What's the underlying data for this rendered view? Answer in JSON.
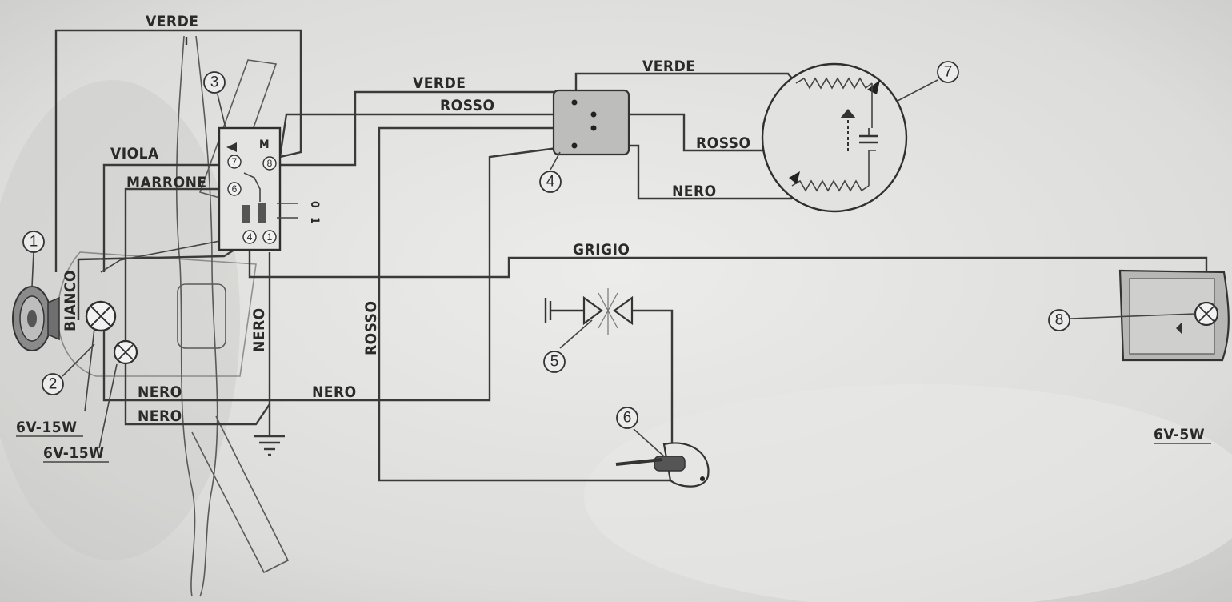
{
  "components": [
    {
      "id": "1",
      "callout": "1",
      "icon": "horn-icon"
    },
    {
      "id": "2",
      "callout": "2",
      "icon": "headlamp-icon"
    },
    {
      "id": "3",
      "callout": "3",
      "icon": "handlebar-switch-icon"
    },
    {
      "id": "4",
      "callout": "4",
      "icon": "junction-box-icon"
    },
    {
      "id": "5",
      "callout": "5",
      "icon": "spark-plug-icon"
    },
    {
      "id": "6",
      "callout": "6",
      "icon": "stop-switch-icon"
    },
    {
      "id": "7",
      "callout": "7",
      "icon": "flywheel-magneto-icon"
    },
    {
      "id": "8",
      "callout": "8",
      "icon": "tail-lamp-icon"
    }
  ],
  "wire_labels": {
    "verde_top": "VERDE",
    "verde_mid": "VERDE",
    "verde_right": "VERDE",
    "rosso_top": "ROSSO",
    "rosso_right": "ROSSO",
    "rosso_vertical": "ROSSO",
    "viola": "VIOLA",
    "marrone": "MARRONE",
    "bianco": "BIANCO",
    "nero_right": "NERO",
    "nero_vertical": "NERO",
    "nero_bottom": "NERO",
    "nero_left_1": "NERO",
    "nero_left_2": "NERO",
    "grigio": "GRIGIO"
  },
  "ratings": {
    "headlamp_main": "6V-15W",
    "headlamp_second": "6V-15W",
    "tail_lamp": "6V-5W"
  },
  "switch_terminals": [
    "4",
    "1",
    "7",
    "6",
    "8"
  ],
  "switch_marks": [
    "M",
    "0",
    "1"
  ],
  "colors": {
    "ink": "#3a3a3a",
    "paper": "#d9d9d7"
  }
}
